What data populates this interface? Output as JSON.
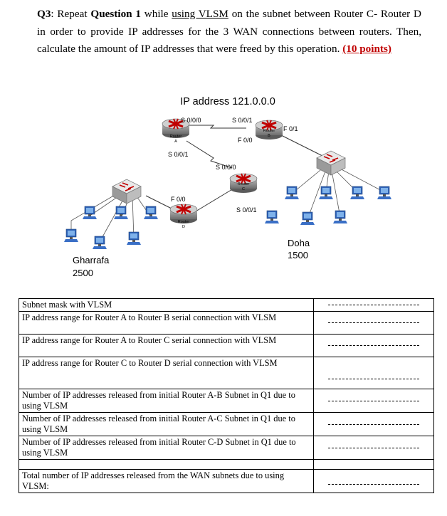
{
  "question": {
    "number": "Q3",
    "text_1": ": Repeat ",
    "bold_ref": "Question 1",
    "text_2": " while ",
    "underlined": "using VLSM",
    "text_3": " on the subnet between Router C- Router D in order to provide IP addresses for the 3 WAN connections between routers. Then, calculate the amount of IP addresses that were freed by this operation. ",
    "points": "(10 points)"
  },
  "diagram": {
    "title": "IP address 121.0.0.0",
    "routers": [
      {
        "id": "A",
        "label": "Router",
        "sub": "A"
      },
      {
        "id": "B",
        "label": "Router",
        "sub": "B"
      },
      {
        "id": "C",
        "label": "Router",
        "sub": "C"
      },
      {
        "id": "D",
        "label": "Router",
        "sub": "D"
      }
    ],
    "interfaces": {
      "a_s000": "S 0/0/0",
      "a_s001": "S 0/0/1",
      "b_s001": "S 0/0/1",
      "b_f00": "F 0/0",
      "b_f01": "F 0/1",
      "c_s000": "S 0/0/0",
      "c_s001": "S 0/0/1",
      "d_f00": "F 0/0"
    },
    "sites": {
      "left_name": "Gharrafa",
      "left_hosts": "2500",
      "right_name": "Doha",
      "right_hosts": "1500"
    }
  },
  "table": {
    "rows": [
      {
        "label": "Subnet mask with VLSM"
      },
      {
        "label": "IP address range for Router A to Router B serial connection with VLSM"
      },
      {
        "label": "IP address range for Router A to Router C serial connection with VLSM"
      },
      {
        "label": "IP address range for Router C to Router D serial connection with VLSM"
      },
      {
        "label": "Number of IP addresses released from initial Router A-B Subnet in Q1 due to using VLSM"
      },
      {
        "label": "Number of IP addresses released from initial Router A-C Subnet in Q1 due to using VLSM"
      },
      {
        "label": "Number of IP addresses released from initial Router C-D Subnet in Q1 due to using VLSM"
      },
      {
        "label": "Total number of IP addresses released from the WAN subnets due to using VLSM:"
      }
    ]
  }
}
